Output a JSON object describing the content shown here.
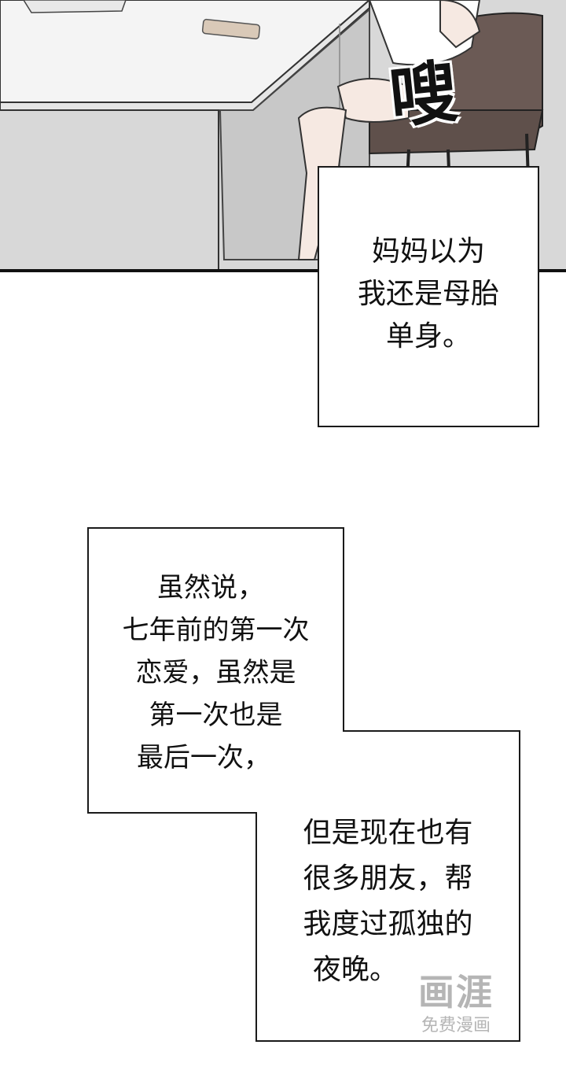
{
  "panel": {
    "sfx": "嗖"
  },
  "caption_1": {
    "lines": [
      "妈妈以为",
      "我还是母胎",
      "单身。"
    ]
  },
  "caption_2": {
    "lines": [
      "虽然说，",
      "七年前的第一次",
      "恋爱，虽然是",
      "第一次也是",
      "最后一次，"
    ]
  },
  "caption_3": {
    "lines": [
      "但是现在也有",
      "很多朋友，帮",
      "我度过孤独的",
      "夜晚。"
    ]
  },
  "watermark": {
    "logo": "画涯",
    "subtitle": "免费漫画"
  },
  "colors": {
    "ink": "#111111",
    "floor": "#cfcfcf",
    "table": "#f2f2f2",
    "chair": "#6b5a55"
  }
}
